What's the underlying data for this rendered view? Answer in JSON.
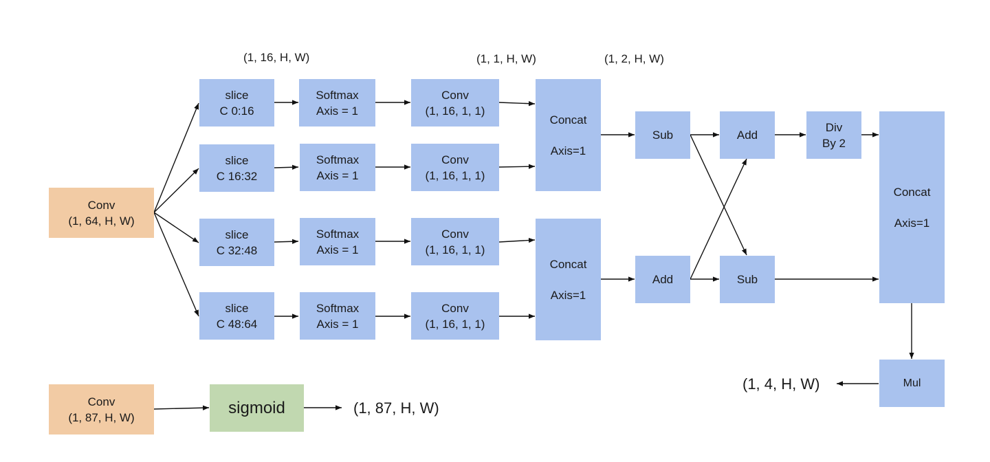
{
  "diagram": {
    "colors": {
      "op_node": "#a9c2ee",
      "input_node": "#f2cba4",
      "activation_node": "#c1d8b0",
      "edge": "#111111"
    },
    "shape_labels": {
      "slice_out": "(1, 16, H, W)",
      "conv_out": "(1, 1, H, W)",
      "concat_out": "(1, 2, H, W)",
      "final_out": "(1, 4, H, W)",
      "sigmoid_out": "(1, 87, H, W)"
    },
    "conv_input": {
      "line1": "Conv",
      "line2": "(1, 64, H, W)"
    },
    "branches": [
      {
        "slice": {
          "line1": "slice",
          "line2": "C 0:16"
        },
        "softmax": {
          "line1": "Softmax",
          "line2": "Axis = 1"
        },
        "conv": {
          "line1": "Conv",
          "line2": "(1, 16, 1, 1)"
        }
      },
      {
        "slice": {
          "line1": "slice",
          "line2": "C 16:32"
        },
        "softmax": {
          "line1": "Softmax",
          "line2": "Axis = 1"
        },
        "conv": {
          "line1": "Conv",
          "line2": "(1, 16, 1, 1)"
        }
      },
      {
        "slice": {
          "line1": "slice",
          "line2": "C 32:48"
        },
        "softmax": {
          "line1": "Softmax",
          "line2": "Axis = 1"
        },
        "conv": {
          "line1": "Conv",
          "line2": "(1, 16, 1, 1)"
        }
      },
      {
        "slice": {
          "line1": "slice",
          "line2": "C 48:64"
        },
        "softmax": {
          "line1": "Softmax",
          "line2": "Axis = 1"
        },
        "conv": {
          "line1": "Conv",
          "line2": "(1, 16, 1, 1)"
        }
      }
    ],
    "concat_top": {
      "line1": "Concat",
      "line2": "Axis=1"
    },
    "concat_bottom": {
      "line1": "Concat",
      "line2": "Axis=1"
    },
    "sub_top": "Sub",
    "add_bottom": "Add",
    "add_top": "Add",
    "sub_bottom": "Sub",
    "div": {
      "line1": "Div",
      "line2": "By 2"
    },
    "concat_final": {
      "line1": "Concat",
      "line2": "Axis=1"
    },
    "mul": "Mul",
    "conv_cls": {
      "line1": "Conv",
      "line2": "(1, 87, H, W)"
    },
    "sigmoid": "sigmoid"
  }
}
